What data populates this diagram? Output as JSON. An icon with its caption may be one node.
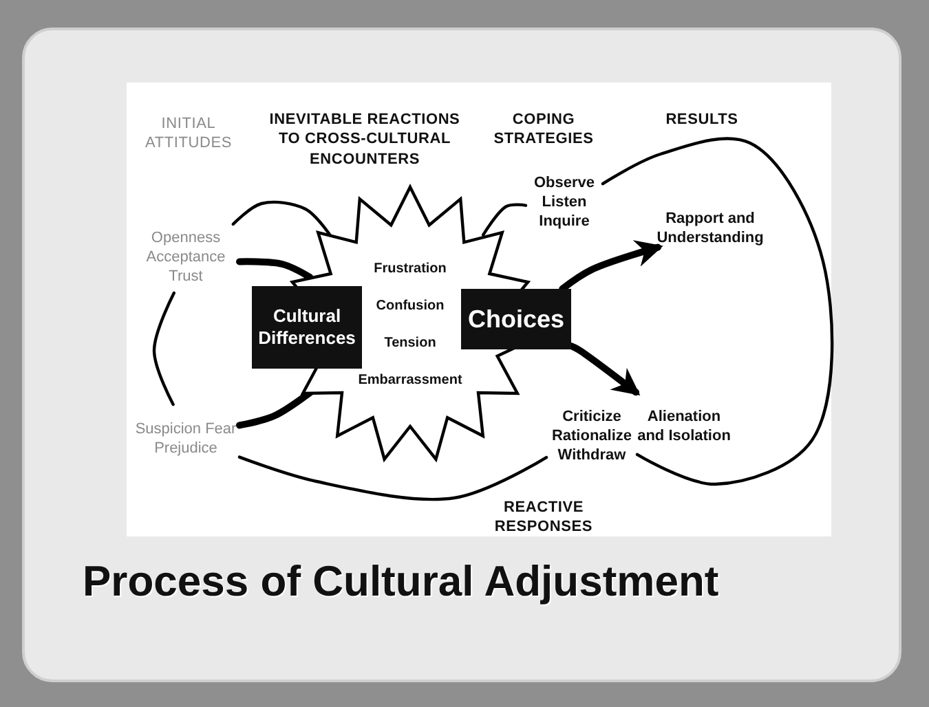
{
  "diagram": {
    "title": "Process of Cultural Adjustment",
    "nodes": [
      {
        "text": [
          "Openness Acceptance Trust"
        ]
      },
      {
        "text": [
          "Suspicion Fear Prejudice"
        ]
      },
      {
        "text": [
          "Frustration",
          "Confusion",
          "Tension",
          "Embarrassment"
        ]
      },
      {
        "text": [
          "Cultural Differences"
        ]
      },
      {
        "text": [
          "Choices"
        ]
      },
      {
        "text": [
          "Observe Listen Inquire"
        ]
      },
      {
        "text": [
          "Criticize Rationalize Withdraw"
        ]
      },
      {
        "text": [
          "Rapport and Understanding"
        ]
      },
      {
        "text": [
          "Alienation and Isolation"
        ]
      }
    ],
    "edges": [
      {
        "from": 0,
        "to": 2,
        "arrow": "none",
        "style": "thick"
      },
      {
        "from": 0,
        "to": 2,
        "arrow": "none"
      },
      {
        "from": 0,
        "to": 1,
        "arrow": "none"
      },
      {
        "from": 1,
        "to": 2,
        "arrow": "none",
        "style": "thick"
      },
      {
        "from": 4,
        "to": 7,
        "arrow": "to",
        "style": "thick"
      },
      {
        "from": 4,
        "to": 8,
        "arrow": "to",
        "style": "thick"
      },
      {
        "from": 5,
        "to": 2,
        "arrow": "none"
      },
      {
        "from": 5,
        "to": 6,
        "arrow": "none"
      },
      {
        "from": 6,
        "to": 1,
        "arrow": "none"
      }
    ],
    "labels": [
      "INITIAL ATTITUDES",
      "INEVITABLE REACTIONS TO CROSS-CULTURAL ENCOUNTERS",
      "COPING STRATEGIES",
      "RESULTS",
      "REACTIVE RESPONSES"
    ]
  }
}
